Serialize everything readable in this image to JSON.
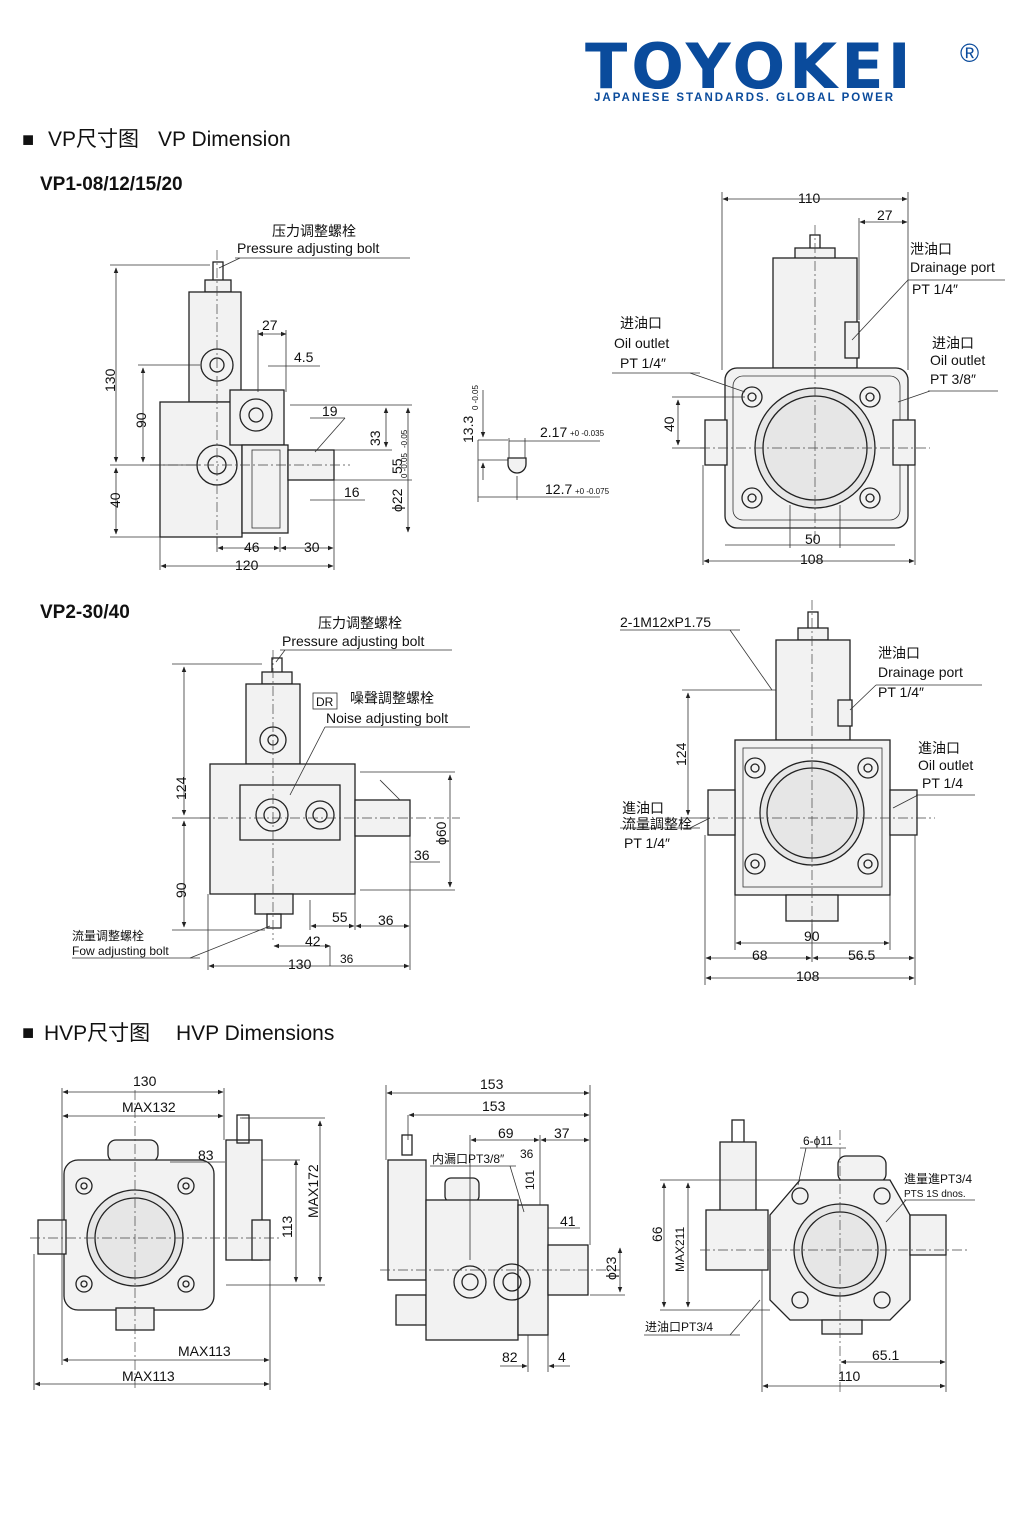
{
  "brand": {
    "name": "TOYOKEI",
    "registered": "®",
    "tagline": "JAPANESE STANDARDS. GLOBAL POWER",
    "color": "#0a4b9c"
  },
  "sections": {
    "vp": {
      "marker": "■",
      "title_cn": "VP尺寸图",
      "title_en": "VP Dimension"
    },
    "hvp": {
      "marker": "■",
      "title_cn": "HVP尺寸图",
      "title_en": "HVP Dimensions"
    }
  },
  "vp1": {
    "model": "VP1-08/12/15/20",
    "side": {
      "bolt_cn": "压力调整螺栓",
      "bolt_en": "Pressure adjusting bolt",
      "d130": "130",
      "d90": "90",
      "d40": "40",
      "d27": "27",
      "d4_5": "4.5",
      "d19": "19",
      "d33": "33",
      "d55": "55",
      "d55_tol": "-0.05",
      "d22": "ϕ22",
      "d22_tol": "0 -0.05",
      "d16": "16",
      "d46": "46",
      "d30": "30",
      "d120": "120"
    },
    "key": {
      "d13_3": "13.3",
      "d13_3_tol": "0 -0.05",
      "d2_17": "2.17",
      "d2_17_tol": "+0 -0.035",
      "d12_7": "12.7",
      "d12_7_tol": "+0 -0.075"
    },
    "front": {
      "d110": "110",
      "d27": "27",
      "drain_cn": "泄油口",
      "drain_en": "Drainage port",
      "drain_pt": "PT 1/4″",
      "outlet_cn": "进油口",
      "outlet_en": "Oil outlet",
      "outlet_pt": "PT 1/4″",
      "inlet_cn": "进油口",
      "inlet_en": "Oil outlet",
      "inlet_pt": "PT 3/8″",
      "d40": "40",
      "d50": "50",
      "d108": "108"
    }
  },
  "vp2": {
    "model": "VP2-30/40",
    "side": {
      "bolt_cn": "压力调整螺栓",
      "bolt_en": "Pressure adjusting bolt",
      "dr_tag": "DR",
      "noise_cn": "噪聲調整螺栓",
      "noise_en": "Noise adjusting bolt",
      "flow_cn": "流量调整螺栓",
      "flow_en": "Fow adjusting bolt",
      "d124": "124",
      "d90": "90",
      "d60": "ϕ60",
      "d36a": "36",
      "d55": "55",
      "d36b": "36",
      "d42": "42",
      "d130": "130",
      "d36c": "36"
    },
    "front": {
      "thread": "2-1M12xP1.75",
      "drain_cn": "泄油口",
      "drain_en": "Drainage port",
      "drain_pt": "PT 1/4″",
      "outlet_cn": "進油口",
      "outlet_en": "Oil outlet",
      "outlet_pt": "PT 1/4",
      "inlet_cn1": "進油口",
      "inlet_cn2": "流量調整栓",
      "inlet_pt": "PT 1/4″",
      "d124": "124",
      "d90": "90",
      "d68": "68",
      "d56_5": "56.5",
      "d108": "108"
    }
  },
  "hvp": {
    "v1": {
      "d130": "130",
      "max132": "MAX132",
      "d83": "83",
      "d113": "113",
      "max172": "MAX172",
      "max113a": "MAX113",
      "max113b": "MAX113"
    },
    "v2": {
      "d153a": "153",
      "d153b": "153",
      "d69": "69",
      "d37": "37",
      "inner_port": "内漏口PT3/8″",
      "d36": "36",
      "d101": "101",
      "d41": "41",
      "d23": "ϕ23",
      "d82": "82",
      "d4": "4"
    },
    "v3": {
      "holes": "6-ϕ11",
      "inlet": "進量進PT3/4",
      "inlet2": "PTS 1S dnos.",
      "outlet": "进油口PT3/4",
      "d66": "66",
      "max211": "MAX211",
      "d65_1": "65.1",
      "d110": "110"
    }
  }
}
